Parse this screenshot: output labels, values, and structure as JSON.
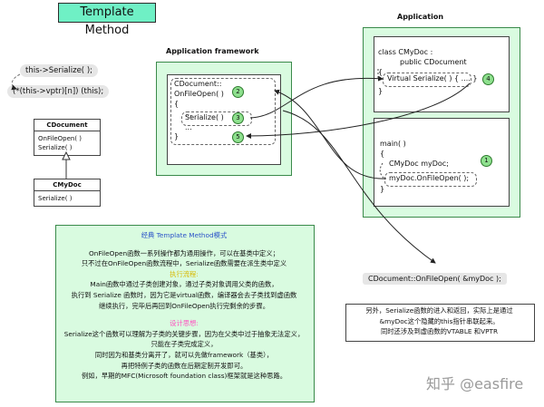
{
  "title": "Template Method",
  "left_notes": {
    "line1": "this->Serialize( );",
    "line2": "(*(this->vptr)[n]) (this);"
  },
  "uml": {
    "base_name": "CDocument",
    "base_methods": [
      "OnFileOpen( )",
      "Serialize( )"
    ],
    "derived_name": "CMyDoc",
    "derived_methods": [
      "Serialize( )"
    ]
  },
  "framework": {
    "label": "Application framework",
    "code": [
      "CDocument::",
      "OnFileOpen( )",
      "{",
      "...",
      "Serialize( )",
      "...",
      "}"
    ],
    "badges": [
      "2",
      "3",
      "5"
    ]
  },
  "application": {
    "label": "Application",
    "class_code": [
      "class CMyDoc :",
      "public CDocument",
      "{",
      "Virtual Serialize( ) { .... }",
      "}"
    ],
    "main_code": [
      "main( )",
      "{",
      "CMyDoc myDoc;",
      "myDoc.OnFileOpen( );",
      "}"
    ],
    "badges": [
      "4",
      "1"
    ]
  },
  "call_label": "CDocument::OnFileOpen( &myDoc );",
  "explanation": {
    "heading": "经典 Template Method模式",
    "p1": [
      "OnFileOpen函数一系列操作都为通用操作，可以在基类中定义；",
      "只不过在OnFileOpen函数流程中，Serialize函数需要在派生类中定义"
    ],
    "flow_title": "执行流程:",
    "p2": [
      "Main函数中通过子类创建对象，通过子类对象调用父类的函数，",
      "执行到 Serialize 函数时，因为它是virtual函数，编译器会去子类找到虚函数",
      "继续执行，完毕后再回到OnFileOpen执行完剩余的步骤。"
    ],
    "idea_title": "设计思想:",
    "p3": [
      "Serialize这个函数可以理解为子类的关键步骤，因为在父类中过于抽象无法定义，",
      "只能在子类完成定义，",
      "同时因为和基类分离开了，就可以先做framework（基类），",
      "再把特例子类的函数在后期定制开发即可。",
      "例如，早期的MFC(Microsoft foundation class)框架就是这种思路。"
    ]
  },
  "note_box": [
    "另外，Serialize函数的进入和返回，实际上是通过",
    "&myDoc这个隐藏的this指针串联起来。",
    "同时还涉及到虚函数的VTABLE 和VPTR"
  ],
  "watermark": "知乎 @easfire"
}
